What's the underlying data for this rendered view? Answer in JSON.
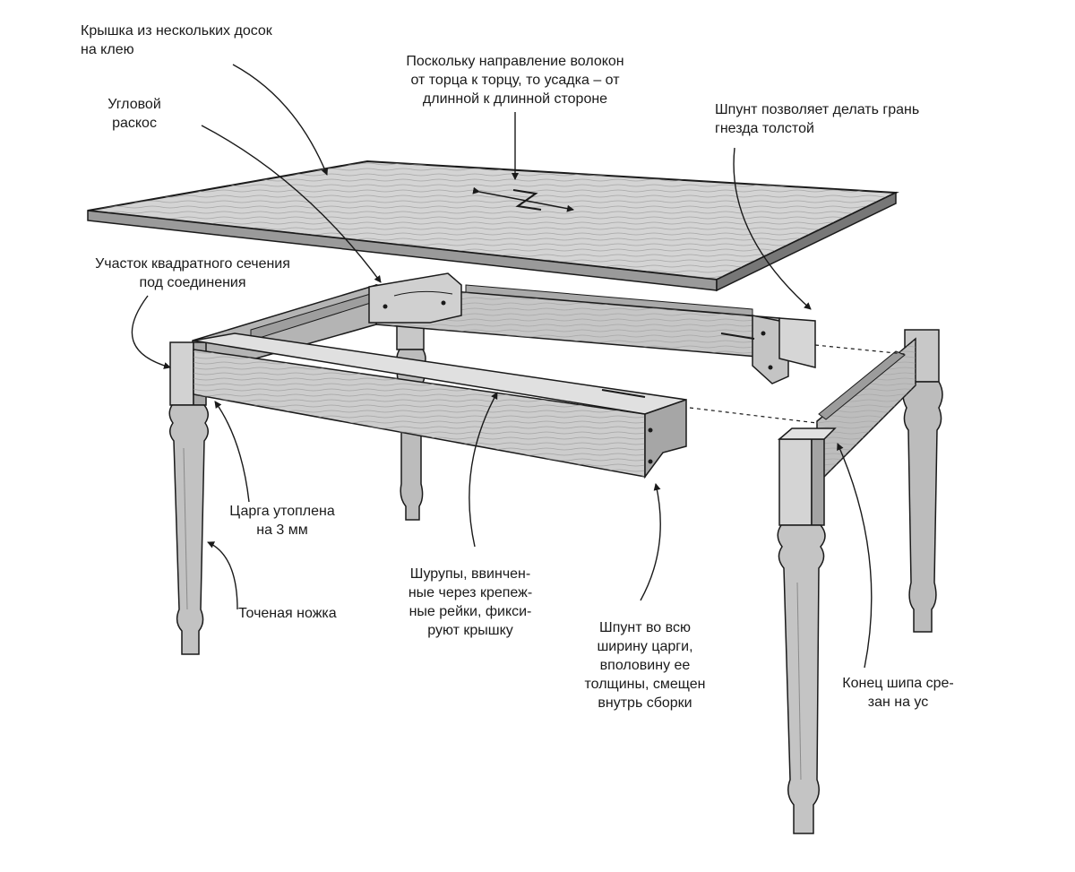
{
  "labels": {
    "tabletop": "Крышка из нескольких досок\nна клею",
    "grain": "Поскольку направление волокон\nот торца к торцу, то усадка – от\nдлинной к длинной стороне",
    "corner_brace": "Угловой\nраскос",
    "groove_thick": "Шпунт позволяет делать грань\nгнезда толстой",
    "square_section": "Участок квадратного сечения\nпод соединения",
    "apron_recessed": "Царга утоплена\nна 3 мм",
    "screws": "Шурупы, ввинчен-\nные через крепеж-\nные рейки, фикси-\nруют крышку",
    "turned_leg": "Точеная ножка",
    "groove_full": "Шпунт во всю\nширину царги,\nвполовину ее\nтолщины, смещен\nвнутрь сборки",
    "tenon_end": "Конец шипа сре-\nзан на ус"
  },
  "colors": {
    "ink": "#1a1a1a",
    "wood_light": "#d9d9d9",
    "wood_mid": "#b8b8b8",
    "wood_dark": "#8e8e8e"
  }
}
